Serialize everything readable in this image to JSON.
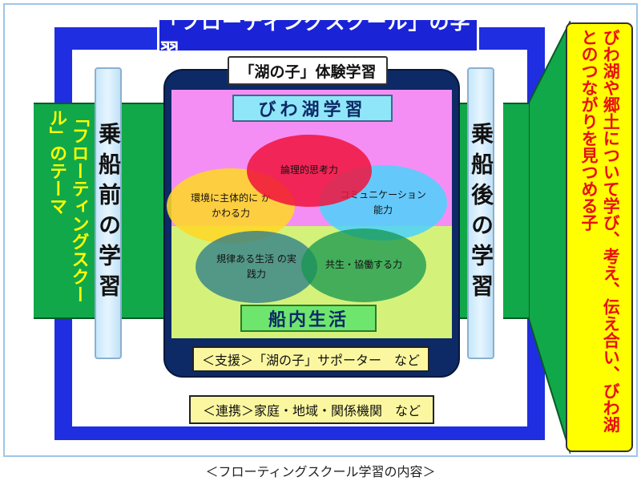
{
  "title": "「フローティングスクール」の学習",
  "theme_left": "「フローティングスクール」のテーマ",
  "pillar_before": "乗船前の学習",
  "pillar_after": "乗船後の学習",
  "kosodate": "「湖の子」体験学習",
  "biwako": "びわ湖学習",
  "sennai": "船内生活",
  "ovals": {
    "logic": "論理的思考力",
    "env": "環境に主体的に かかわる力",
    "comm": "コミュニケーション 能力",
    "rule": "規律ある生活 の実践力",
    "coop": "共生・協働する力"
  },
  "support": "＜支援＞「湖の子」サポーター　など",
  "renkei": "＜連携＞家庭・地域・関係機関　など",
  "right_text": "びわ湖や郷土について学び、考え、伝え合い、びわ湖とのつながりを見つめる子",
  "caption": "＜フローティングスクール学習の内容＞",
  "colors": {
    "blue": "#1f2ee0",
    "green": "#11a84a",
    "navy": "#0d2a66",
    "pink": "#f48ef4",
    "lime": "#d4f27a",
    "yellow": "#ffff00",
    "red_text": "#e81010"
  }
}
